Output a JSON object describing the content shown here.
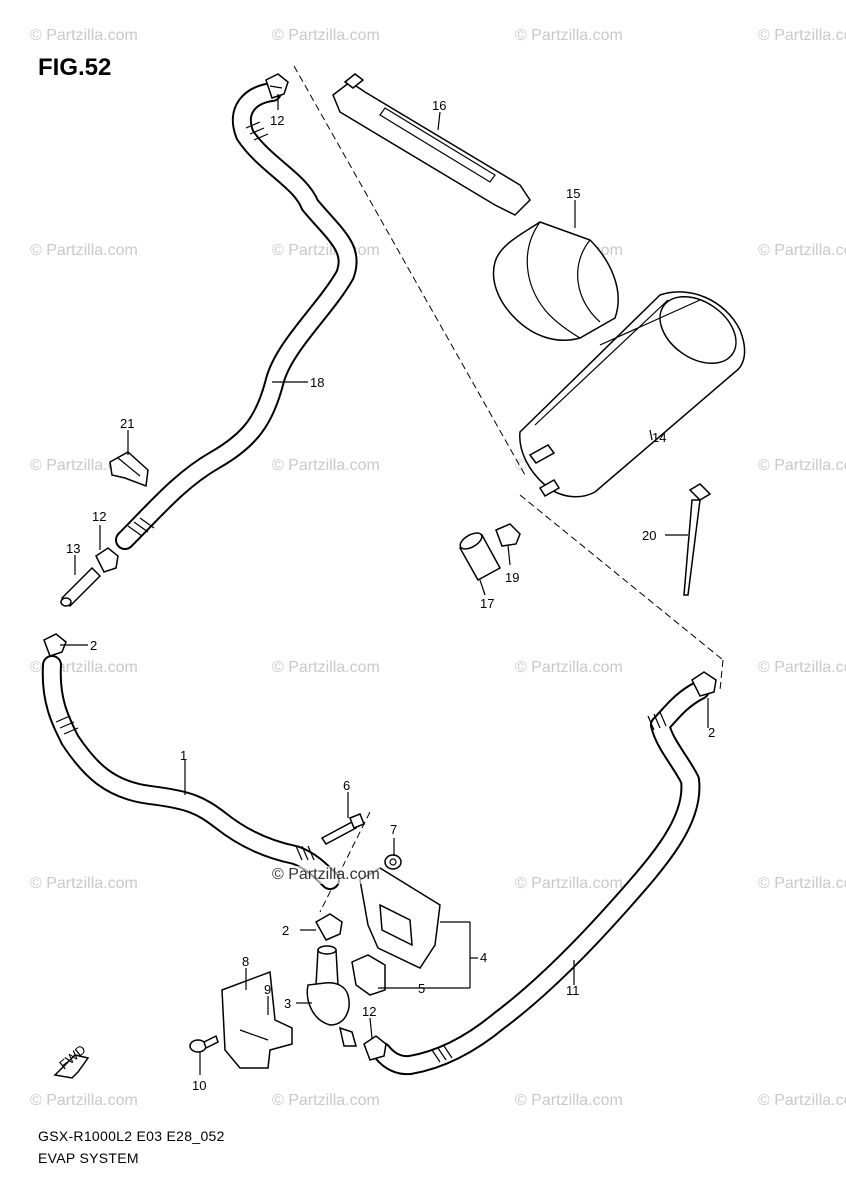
{
  "figure": {
    "title": "FIG.52",
    "code": "GSX-R1000L2 E03 E28_052",
    "system_name": "EVAP SYSTEM"
  },
  "watermark_text": "© Partzilla.com",
  "center_mark_text": "© Partzilla.com",
  "fwd_label": "FWD",
  "callouts": [
    "1",
    "2",
    "2",
    "2",
    "3",
    "4",
    "5",
    "6",
    "7",
    "8",
    "9",
    "10",
    "11",
    "12",
    "12",
    "12",
    "13",
    "14",
    "15",
    "16",
    "17",
    "18",
    "19",
    "20",
    "21"
  ],
  "colors": {
    "ink": "#000000",
    "watermark": "#c9c9c9",
    "background": "#ffffff"
  }
}
